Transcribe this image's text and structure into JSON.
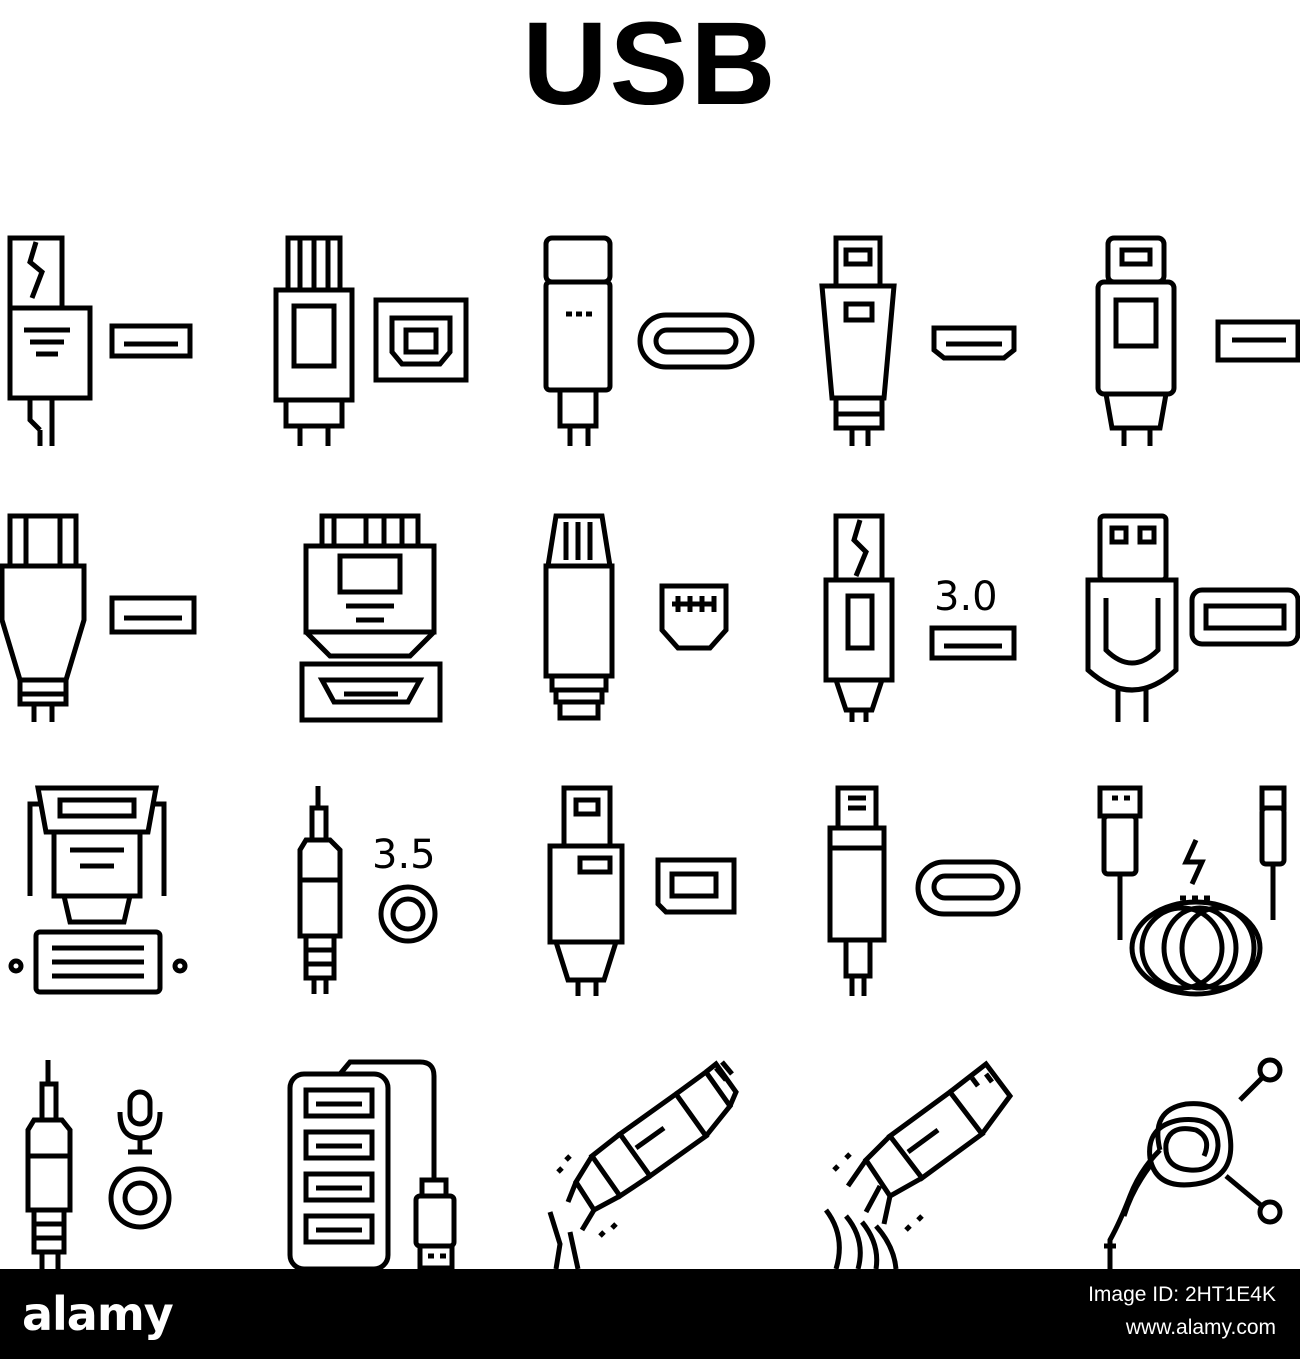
{
  "title": "USB",
  "icons": [
    {
      "name": "usb-a-plug-port-icon"
    },
    {
      "name": "usb-b-plug-port-icon"
    },
    {
      "name": "usb-c-plug-port-icon"
    },
    {
      "name": "hdmi-plug-port-icon"
    },
    {
      "name": "mini-usb-plug-port-icon"
    },
    {
      "name": "usb-plug-port-large-icon"
    },
    {
      "name": "vga-to-micro-usb-adapter-icon"
    },
    {
      "name": "ethernet-rj45-plug-port-icon"
    },
    {
      "name": "usb-3-plug-port-icon",
      "label": "3.0"
    },
    {
      "name": "displayport-plug-port-icon"
    },
    {
      "name": "vga-to-dvi-adapter-icon"
    },
    {
      "name": "audio-jack-plug-icon",
      "label": "3.5"
    },
    {
      "name": "mini-displayport-plug-port-icon"
    },
    {
      "name": "lightning-plug-type-c-port-icon"
    },
    {
      "name": "charging-cable-coil-icon"
    },
    {
      "name": "microphone-jack-icon"
    },
    {
      "name": "usb-hub-icon"
    },
    {
      "name": "broken-cable-icon"
    },
    {
      "name": "broken-usb-cable-icon"
    },
    {
      "name": "tangled-earphones-icon"
    }
  ],
  "footer": {
    "logo": "alamy",
    "image_id": "Image ID: 2HT1E4K",
    "url": "www.alamy.com",
    "background": "#000000"
  }
}
